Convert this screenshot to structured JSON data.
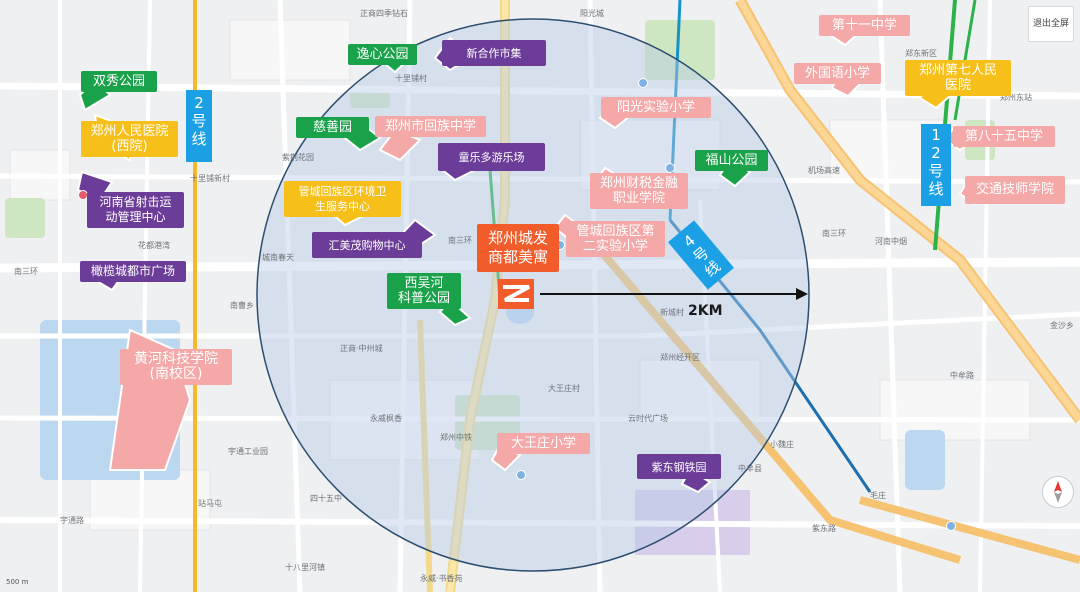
{
  "ui": {
    "exit_fullscreen": "退出全屏",
    "scale_label": "500 m"
  },
  "distance_label": "2KM",
  "project": {
    "name": "郑州城发\n商都美寓"
  },
  "metro_labels": {
    "line2": "2\n号\n线",
    "line12": "1\n2\n号\n线",
    "line4": "4\n号\n线"
  },
  "callouts": {
    "shuangxiu_park": "双秀公园",
    "people_hospital_west": "郑州人民医院\n(西院)",
    "shooting_center": "河南省射击运\n动管理中心",
    "olive_plaza": "橄榄城都市广场",
    "yixin_park": "逸心公园",
    "xinhezuo_market": "新合作市集",
    "cishan_garden": "慈善园",
    "huizu_middle": "郑州市回族中学",
    "tonglexiyou": "童乐多游乐场",
    "guancheng_env": "管城回族区环境卫\n生服务中心",
    "huimei_mall": "汇美茂购物中心",
    "xiwuhe_park": "西吴河\n科普公园",
    "yellow_river_college": "黄河科技学院\n(南校区)",
    "yangguang_school": "阳光实验小学",
    "tax_finance_college": "郑州财税金融\n职业学院",
    "guancheng_second_school": "管城回族区第\n二实验小学",
    "fushan_park": "福山公园",
    "dawangzhuang_school": "大王庄小学",
    "zidong_steel": "紫东钢铁园",
    "school_11": "第十一中学",
    "foreign_lang_school": "外国语小学",
    "seventh_hospital": "郑州第七人民\n医院",
    "school_85": "第八十五中学",
    "traffic_tech": "交通技师学院"
  },
  "streets": {
    "s1": "正商四季钻石",
    "s2": "阳光城",
    "s3": "十里铺新村",
    "s4": "十里铺村",
    "s5": "紫荆花园",
    "s6": "南三环",
    "s7": "花都港湾",
    "s8": "城南春天",
    "s9": "南三环",
    "s10": "南曹乡",
    "s11": "宇通工业园",
    "s12": "新城村",
    "s13": "大王庄村",
    "s14": "云时代广场",
    "s15": "中牟县",
    "s16": "正商·中州城",
    "s17": "永威枫香",
    "s18": "紫东路",
    "s19": "郑州中铁",
    "s20": "四十五中",
    "s21": "郑州经开区",
    "s22": "宇通路",
    "s23": "十八里河镇",
    "s24": "站马屯",
    "s25": "南三环",
    "s26": "机场高速",
    "s27": "小魏庄",
    "s28": "永威·书香苑",
    "s29": "郑东新区",
    "s30": "河南中烟",
    "s31": "毛庄",
    "s32": "金沙乡",
    "s33": "郑州东站",
    "s34": "中牟路"
  }
}
